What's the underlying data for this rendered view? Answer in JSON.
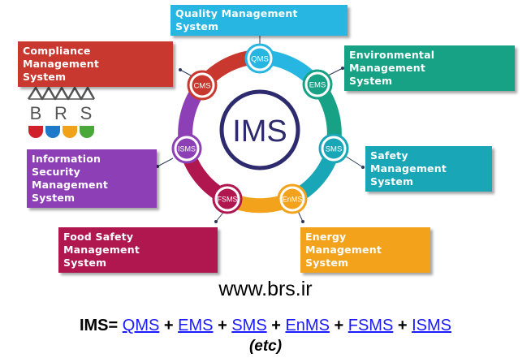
{
  "center_label": "IMS",
  "nodes": [
    {
      "abbr": "QMS",
      "name_line1": "Quality Management System",
      "name_line2": "",
      "color": "#27b6e2"
    },
    {
      "abbr": "EMS",
      "name_line1": "Environmental Management",
      "name_line2": "System",
      "color": "#17a185"
    },
    {
      "abbr": "SMS",
      "name_line1": "Safety Management",
      "name_line2": "System",
      "color": "#19a7b8"
    },
    {
      "abbr": "EnMS",
      "name_line1": "Energy Management",
      "name_line2": "System",
      "color": "#f3a21c"
    },
    {
      "abbr": "FSMS",
      "name_line1": "Food Safety Management",
      "name_line2": "System",
      "color": "#b0174f"
    },
    {
      "abbr": "ISMS",
      "name_line1": "Information Security",
      "name_line2": "Management System",
      "color": "#8d3fb6"
    },
    {
      "abbr": "CMS",
      "name_line1": "Compliance Management",
      "name_line2": "System",
      "color": "#c8382e"
    }
  ],
  "logo": {
    "mark": "AVA",
    "text": "BRS",
    "colors": [
      "#d0202a",
      "#1e7ac8",
      "#f0a21a",
      "#4aa83a"
    ]
  },
  "website": "www.brs.ir",
  "formula": {
    "prefix": "IMS=",
    "terms": [
      "QMS",
      "EMS",
      "SMS",
      "EnMS",
      "FSMS",
      "ISMS"
    ],
    "plus": "+",
    "suffix": "(etc)"
  }
}
